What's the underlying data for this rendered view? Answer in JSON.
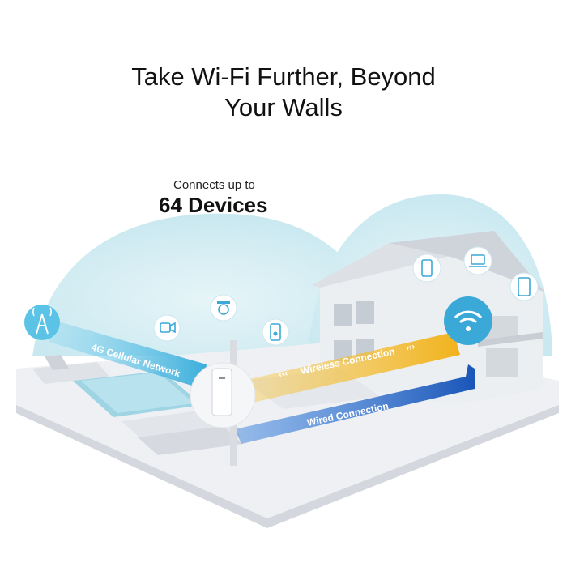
{
  "headline": {
    "line1": "Take Wi-Fi Further, Beyond",
    "line2": "Your Walls"
  },
  "devices": {
    "intro": "Connects up to",
    "count": "64 Devices"
  },
  "connections": {
    "cellular": "4G Cellular Network",
    "wireless": "Wireless Connection",
    "wired": "Wired Connection"
  },
  "colors": {
    "cellular_band": "#5bc3e6",
    "wireless_band": "#f2b21b",
    "wired_band": "#1e64c8",
    "coverage": "#d6eef4"
  },
  "icons": [
    "cell-tower-icon",
    "camera-icon",
    "doorbell-icon",
    "security-camera-icon",
    "smartphone-icon",
    "laptop-icon",
    "tablet-icon",
    "wifi-icon"
  ]
}
